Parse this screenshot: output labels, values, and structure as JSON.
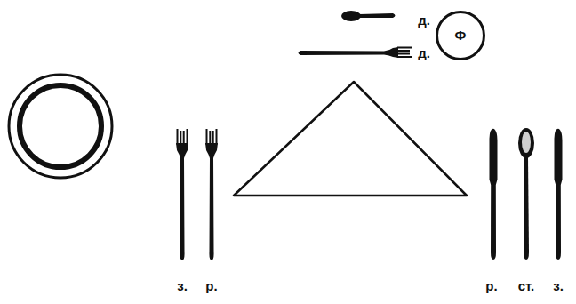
{
  "diagram": {
    "nodes": [
      {
        "text": [
          "Ф"
        ]
      }
    ],
    "labels": [
      "д.",
      "д.",
      "з.",
      "р.",
      "р.",
      "ст.",
      "з."
    ]
  }
}
